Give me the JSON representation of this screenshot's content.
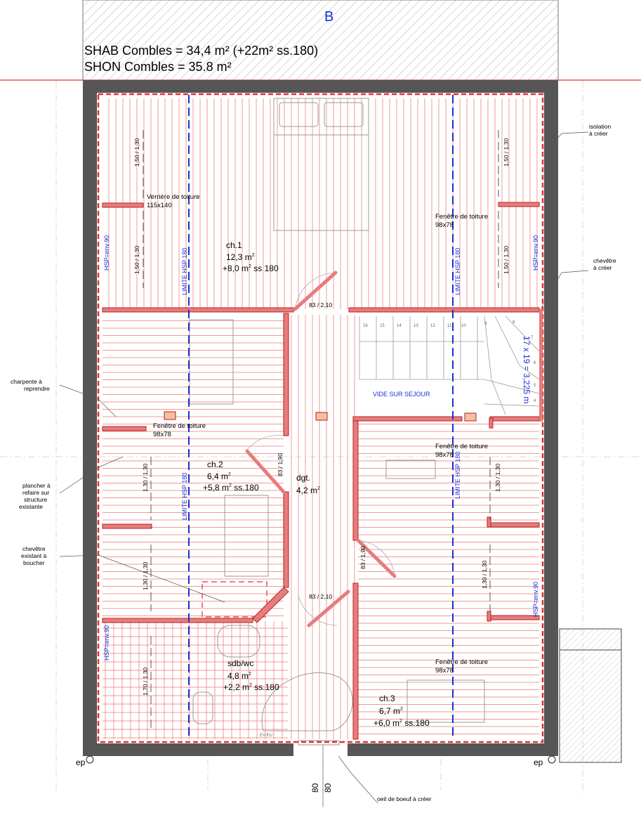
{
  "header": {
    "marker": "B",
    "shab": "SHAB Combles = 34,4 m² (+22m² ss.180)",
    "shon": "SHON Combles = 35.8 m²"
  },
  "rooms": [
    {
      "name": "ch.1",
      "area": "12,3 m",
      "extra": "+8,0 m",
      "extra_suffix": " ss 180",
      "sup": "2"
    },
    {
      "name": "ch.2",
      "area": "6,4 m",
      "extra": "+5,8 m",
      "extra_suffix": " ss.180",
      "sup": "2"
    },
    {
      "name": "dgt.",
      "area": "4,2 m",
      "sup": "2"
    },
    {
      "name": "sdb/wc",
      "area": "4,8 m",
      "extra": "+2,2 m",
      "extra_suffix": " ss.180",
      "sup": "2"
    },
    {
      "name": "ch.3",
      "area": "6,7 m",
      "extra": "+6,0 m",
      "extra_suffix": " ss.180",
      "sup": "2"
    }
  ],
  "windows": [
    {
      "title": "Verrière de toiture",
      "size": "115x140"
    },
    {
      "title": "Fenêtre de toiture",
      "size": "98x78"
    },
    {
      "title": "Fenêtre de toiture",
      "size": "98x78"
    },
    {
      "title": "Fenêtre de toiture",
      "size": "98x78"
    },
    {
      "title": "Fenêtre de toiture",
      "size": "98x78"
    }
  ],
  "annotations": {
    "isolation": [
      "isolation",
      "à créer"
    ],
    "chevetre": [
      "chevêtre",
      "à créer"
    ],
    "charpente": [
      "charpente à",
      "reprendre"
    ],
    "plancher": [
      "plancher à",
      "refaire sur",
      "structure",
      "existante"
    ],
    "chevetre_existant": [
      "chevêtre",
      "existant à",
      "boucher"
    ],
    "oeil": "oeil de boeuf à créer",
    "ep_left": "ep",
    "ep_right": "ep",
    "vide": "VIDE SUR SEJOUR",
    "stairs": "17 x 19 = 3,225 m",
    "ev_eu": "EV  EU"
  },
  "blue_labels": {
    "limite": "LIMITE HSP 180",
    "hsp": "HSP=env.90"
  },
  "dimensions": {
    "d150_130": "1,50 / 1,30",
    "d130_130": "1,30 / 1,30",
    "d170_130": "1,70 / 1,30",
    "d83_210": "83 / 2,10",
    "d83_190": "83 / 1,90",
    "d80": "80"
  },
  "stair_numbers": [
    "16",
    "15",
    "14",
    "13",
    "12",
    "11",
    "10",
    "9",
    "8",
    "7",
    "6",
    "5",
    "4"
  ]
}
